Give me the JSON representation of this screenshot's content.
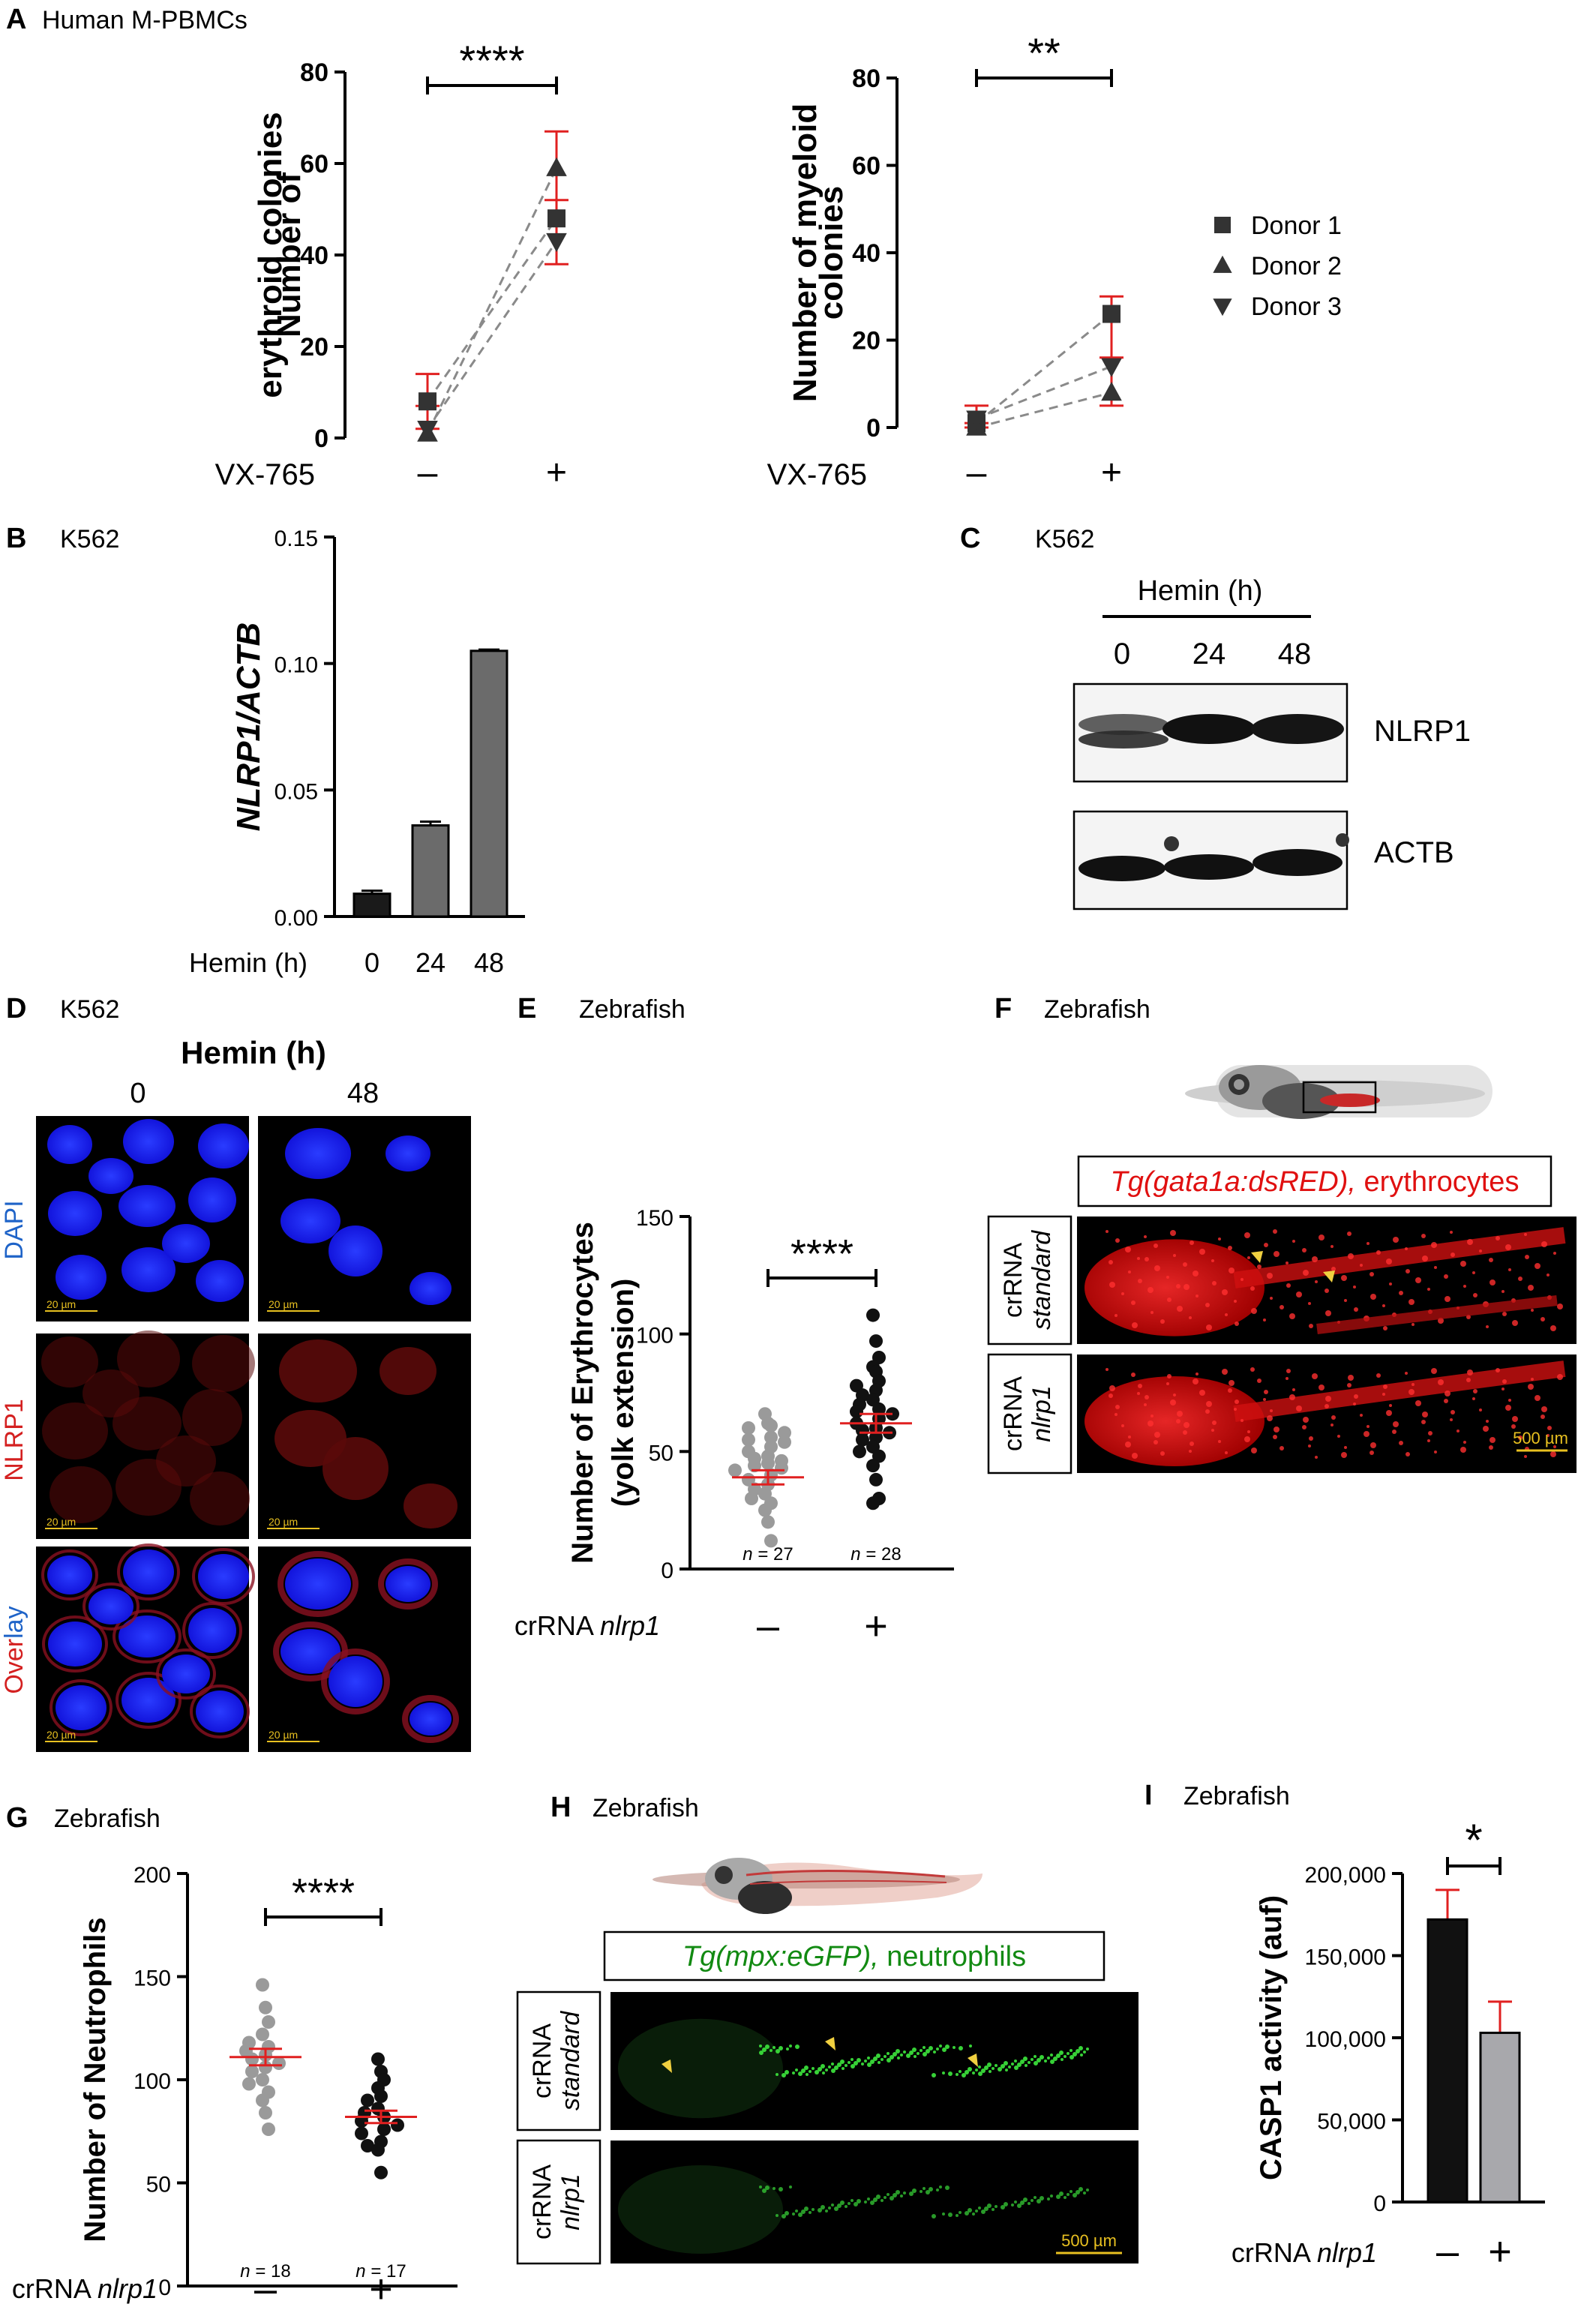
{
  "panelA": {
    "letter": "A",
    "title": "Human M-PBMCs",
    "chart_data": [
      {
        "type": "scatter",
        "ylabel": [
          "Number of",
          "erythroid colonies"
        ],
        "ylim": [
          0,
          80
        ],
        "yticks": [
          0,
          20,
          40,
          60,
          80
        ],
        "xlabel": "VX-765",
        "categories": [
          "–",
          "+"
        ],
        "significance": "****",
        "series": [
          {
            "name": "Donor 1",
            "marker": "square",
            "values": [
              8,
              48
            ]
          },
          {
            "name": "Donor 2",
            "marker": "triangle-up",
            "values": [
              1,
              59
            ]
          },
          {
            "name": "Donor 3",
            "marker": "triangle-down",
            "values": [
              2,
              43
            ]
          }
        ],
        "mean": [
          7,
          52
        ],
        "error_low": [
          2,
          38
        ],
        "error_high": [
          14,
          67
        ]
      },
      {
        "type": "scatter",
        "ylabel": [
          "Number of myeloid",
          "colonies"
        ],
        "ylim": [
          0,
          80
        ],
        "yticks": [
          0,
          20,
          40,
          60,
          80
        ],
        "xlabel": "VX-765",
        "categories": [
          "–",
          "+"
        ],
        "significance": "**",
        "series": [
          {
            "name": "Donor 1",
            "marker": "square",
            "values": [
              1,
              26
            ]
          },
          {
            "name": "Donor 2",
            "marker": "triangle-up",
            "values": [
              0,
              8
            ]
          },
          {
            "name": "Donor 3",
            "marker": "triangle-down",
            "values": [
              2,
              14
            ]
          }
        ],
        "mean": [
          1,
          16
        ],
        "error_low": [
          0,
          5
        ],
        "error_high": [
          5,
          30
        ]
      }
    ],
    "legend": [
      "Donor 1",
      "Donor 2",
      "Donor 3"
    ]
  },
  "panelB": {
    "letter": "B",
    "title": "K562",
    "chart_data": {
      "type": "bar",
      "ylabel": "NLRP1/ACTB",
      "ylim": [
        0,
        0.15
      ],
      "yticks": [
        "0.00",
        "0.05",
        "0.10",
        "0.15"
      ],
      "xlabel": "Hemin (h)",
      "categories": [
        "0",
        "24",
        "48"
      ],
      "values": [
        0.009,
        0.036,
        0.105
      ],
      "errors": [
        0.0012,
        0.0015,
        0.0005
      ],
      "colors": [
        "#1a1a1a",
        "#6b6b6b",
        "#6b6b6b"
      ]
    }
  },
  "panelC": {
    "letter": "C",
    "title": "K562",
    "header": "Hemin (h)",
    "lanes": [
      "0",
      "24",
      "48"
    ],
    "bands": [
      "NLRP1",
      "ACTB"
    ]
  },
  "panelD": {
    "letter": "D",
    "title": "K562",
    "header": "Hemin (h)",
    "columns": [
      "0",
      "48"
    ],
    "rows": [
      {
        "label": "DAPI",
        "color": "#1e63c8"
      },
      {
        "label": "NLRP1",
        "color": "#d42020"
      },
      {
        "label": "Overlay",
        "parts": [
          "Over",
          "lay"
        ]
      }
    ],
    "scale": "20 µm"
  },
  "panelE": {
    "letter": "E",
    "title": "Zebrafish",
    "chart_data": {
      "type": "scatter",
      "ylabel": [
        "Number of Erythrocytes",
        "(yolk extension)"
      ],
      "ylim": [
        0,
        150
      ],
      "yticks": [
        0,
        50,
        100,
        150
      ],
      "xlabel": "crRNA",
      "xlabel_italic": "nlrp1",
      "categories": [
        "–",
        "+"
      ],
      "significance": "****",
      "groups": [
        {
          "label": "n = 27",
          "color": "#9a9a9a",
          "mean": 39,
          "sem": 3,
          "values": [
            66,
            62,
            61,
            60,
            58,
            56,
            55,
            54,
            52,
            50,
            48,
            47,
            46,
            45,
            44,
            43,
            42,
            40,
            38,
            36,
            34,
            32,
            30,
            28,
            25,
            20,
            12
          ]
        },
        {
          "label": "n = 28",
          "color": "#111111",
          "mean": 62,
          "sem": 4,
          "values": [
            108,
            97,
            90,
            86,
            84,
            80,
            78,
            76,
            74,
            72,
            70,
            68,
            67,
            66,
            64,
            62,
            60,
            59,
            58,
            56,
            55,
            52,
            50,
            48,
            44,
            38,
            30,
            28
          ]
        }
      ]
    }
  },
  "panelF": {
    "letter": "F",
    "title": "Zebrafish",
    "caption_italic": "Tg(gata1a:dsRED),",
    "caption_rest": " erythrocytes",
    "rows": [
      {
        "line1": "crRNA",
        "line2": "standard"
      },
      {
        "line1": "crRNA",
        "line2": "nlrp1"
      }
    ],
    "scale": "500 µm"
  },
  "panelG": {
    "letter": "G",
    "title": "Zebrafish",
    "chart_data": {
      "type": "scatter",
      "ylabel": [
        "Number of Neutrophils"
      ],
      "ylim": [
        0,
        200
      ],
      "yticks": [
        0,
        50,
        100,
        150,
        200
      ],
      "xlabel": "crRNA",
      "xlabel_italic": "nlrp1",
      "categories": [
        "–",
        "+"
      ],
      "significance": "****",
      "groups": [
        {
          "label": "n = 18",
          "color": "#9a9a9a",
          "mean": 111,
          "sem": 4,
          "values": [
            146,
            135,
            128,
            122,
            118,
            116,
            114,
            112,
            110,
            108,
            106,
            104,
            100,
            98,
            94,
            90,
            84,
            76
          ]
        },
        {
          "label": "n = 17",
          "color": "#111111",
          "mean": 82,
          "sem": 3,
          "values": [
            110,
            104,
            100,
            96,
            92,
            90,
            86,
            84,
            82,
            80,
            78,
            76,
            74,
            70,
            68,
            66,
            55
          ]
        }
      ]
    }
  },
  "panelH": {
    "letter": "H",
    "title": "Zebrafish",
    "caption_italic": "Tg(mpx:eGFP),",
    "caption_rest": " neutrophils",
    "rows": [
      {
        "line1": "crRNA",
        "line2": "standard"
      },
      {
        "line1": "crRNA",
        "line2": "nlrp1"
      }
    ],
    "scale": "500 µm"
  },
  "panelI": {
    "letter": "I",
    "title": "Zebrafish",
    "chart_data": {
      "type": "bar",
      "ylabel": "CASP1 activity (auf)",
      "ylim": [
        0,
        200000
      ],
      "yticks": [
        "0",
        "50,000",
        "100,000",
        "150,000",
        "200,000"
      ],
      "xlabel": "crRNA",
      "xlabel_italic": "nlrp1",
      "categories": [
        "–",
        "+"
      ],
      "values": [
        172000,
        103000
      ],
      "errors": [
        18000,
        19000
      ],
      "colors": [
        "#111111",
        "#a8a8ac"
      ],
      "significance": "*"
    }
  }
}
